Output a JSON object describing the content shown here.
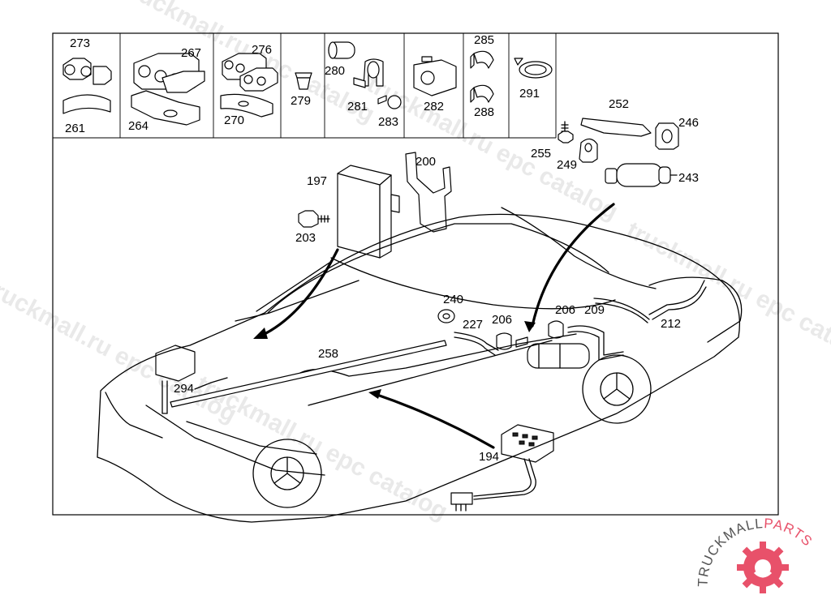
{
  "diagram": {
    "top_strip_labels": [
      {
        "id": "p273",
        "text": "273"
      },
      {
        "id": "p261",
        "text": "261"
      },
      {
        "id": "p267",
        "text": "267"
      },
      {
        "id": "p264",
        "text": "264"
      },
      {
        "id": "p276",
        "text": "276"
      },
      {
        "id": "p270",
        "text": "270"
      },
      {
        "id": "p279",
        "text": "279"
      },
      {
        "id": "p280",
        "text": "280"
      },
      {
        "id": "p281",
        "text": "281"
      },
      {
        "id": "p283",
        "text": "283"
      },
      {
        "id": "p282",
        "text": "282"
      },
      {
        "id": "p285",
        "text": "285"
      },
      {
        "id": "p288",
        "text": "288"
      },
      {
        "id": "p291",
        "text": "291"
      }
    ],
    "main_labels": [
      {
        "id": "p252",
        "text": "252"
      },
      {
        "id": "p246",
        "text": "246"
      },
      {
        "id": "p255",
        "text": "255"
      },
      {
        "id": "p249",
        "text": "249"
      },
      {
        "id": "p243",
        "text": "243"
      },
      {
        "id": "p200",
        "text": "200"
      },
      {
        "id": "p197",
        "text": "197"
      },
      {
        "id": "p203",
        "text": "203"
      },
      {
        "id": "p240",
        "text": "240"
      },
      {
        "id": "p227",
        "text": "227"
      },
      {
        "id": "p206a",
        "text": "206"
      },
      {
        "id": "p206b",
        "text": "206"
      },
      {
        "id": "p209",
        "text": "209"
      },
      {
        "id": "p212",
        "text": "212"
      },
      {
        "id": "p258",
        "text": "258"
      },
      {
        "id": "p294",
        "text": "294"
      },
      {
        "id": "p194",
        "text": "194"
      }
    ],
    "watermarks": [
      {
        "id": "wm1",
        "text": "truckmall.ru epc catalog"
      },
      {
        "id": "wm2",
        "text": "truckmall.ru epc catalog"
      },
      {
        "id": "wm3",
        "text": "truckmall.ru epc catalog"
      },
      {
        "id": "wm4",
        "text": "truckmall.ru epc catalog"
      },
      {
        "id": "wm5",
        "text": "truckmall.ru epc catalog"
      }
    ]
  },
  "brand": {
    "part1": "TRUCKMALL",
    "part2": "PARTS",
    "color_primary": "#555555",
    "color_accent": "#e8516a"
  }
}
